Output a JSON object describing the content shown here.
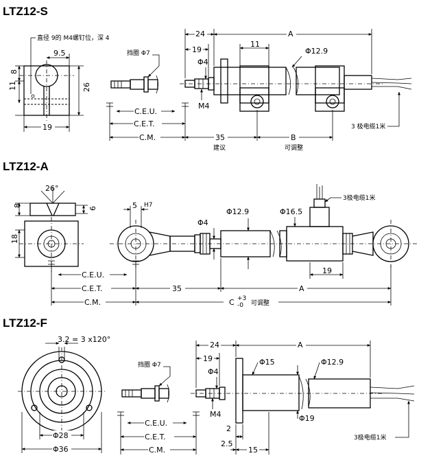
{
  "sections": {
    "s": {
      "title": "LTZ12-S",
      "note_hole": "直径 9的 M4螺钉位，深 4",
      "dim_9_5": "9.5",
      "dim_8": "8",
      "dim_11_left": "11",
      "dim_26": "26",
      "dim_19_bottom": "19",
      "retainer": "挡圈 Φ7",
      "dim_24": "24",
      "dim_A": "A",
      "dim_19_top": "19",
      "dim_11_block": "11",
      "dia_12_9": "Φ12.9",
      "dia_4": "Φ4",
      "thread_m4": "M4",
      "ceu": "C.E.U.",
      "cet": "C.E.T.",
      "cm": "C.M.",
      "dim_35": "35",
      "dim_B": "B",
      "recommend": "建议",
      "adjustable": "可调整",
      "cable": "3 极电缆1米"
    },
    "a": {
      "title": "LTZ12-A",
      "angle": "26°",
      "dim_8": "8",
      "dim_6": "6",
      "dim_18": "18",
      "dim_5": "5",
      "h7": "H7",
      "dia_4": "Φ4",
      "dia_12_9": "Φ12.9",
      "dia_16_5": "Φ16.5",
      "cable": "3极电缆1米",
      "ceu": "C.E.U.",
      "cet": "C.E.T.",
      "cm": "C.M.",
      "dim_35": "35",
      "dim_A": "A",
      "dim_19": "19",
      "dim_C": "C",
      "tol_plus": "+3",
      "tol_minus": "-0",
      "adjustable": "可调整"
    },
    "f": {
      "title": "LTZ12-F",
      "holes": "3.2 = 3 x120°",
      "retainer": "挡圈 Φ7",
      "dim_24": "24",
      "dim_A": "A",
      "dim_19": "19",
      "dia_15": "Φ15",
      "dia_12_9": "Φ12.9",
      "dia_4": "Φ4",
      "thread_m4": "M4",
      "dia_19": "Φ19",
      "ceu": "C.E.U.",
      "cet": "C.E.T.",
      "cm": "C.M.",
      "dia_28": "Φ28",
      "dia_36": "Φ36",
      "dim_2": "2",
      "dim_2_5": "2.5",
      "dim_15": "15",
      "cable": "3极电缆1米"
    }
  }
}
